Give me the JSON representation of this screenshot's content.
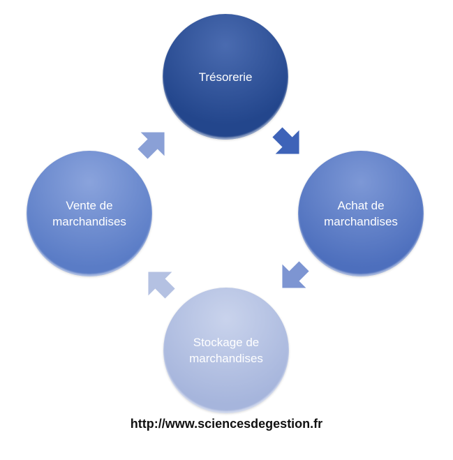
{
  "nodes": {
    "top": [
      "Trésorerie"
    ],
    "right": [
      "Achat de",
      "marchandises"
    ],
    "bottom": [
      "Stockage de",
      "marchandises"
    ],
    "left": [
      "Vente de",
      "marchandises"
    ]
  },
  "footer": {
    "url": "http://www.sciencesdegestion.fr"
  },
  "colors": {
    "top": "#23468c",
    "right": "#4d6fbd",
    "bottom": "#a6b5dc",
    "left": "#5a7cc6"
  }
}
